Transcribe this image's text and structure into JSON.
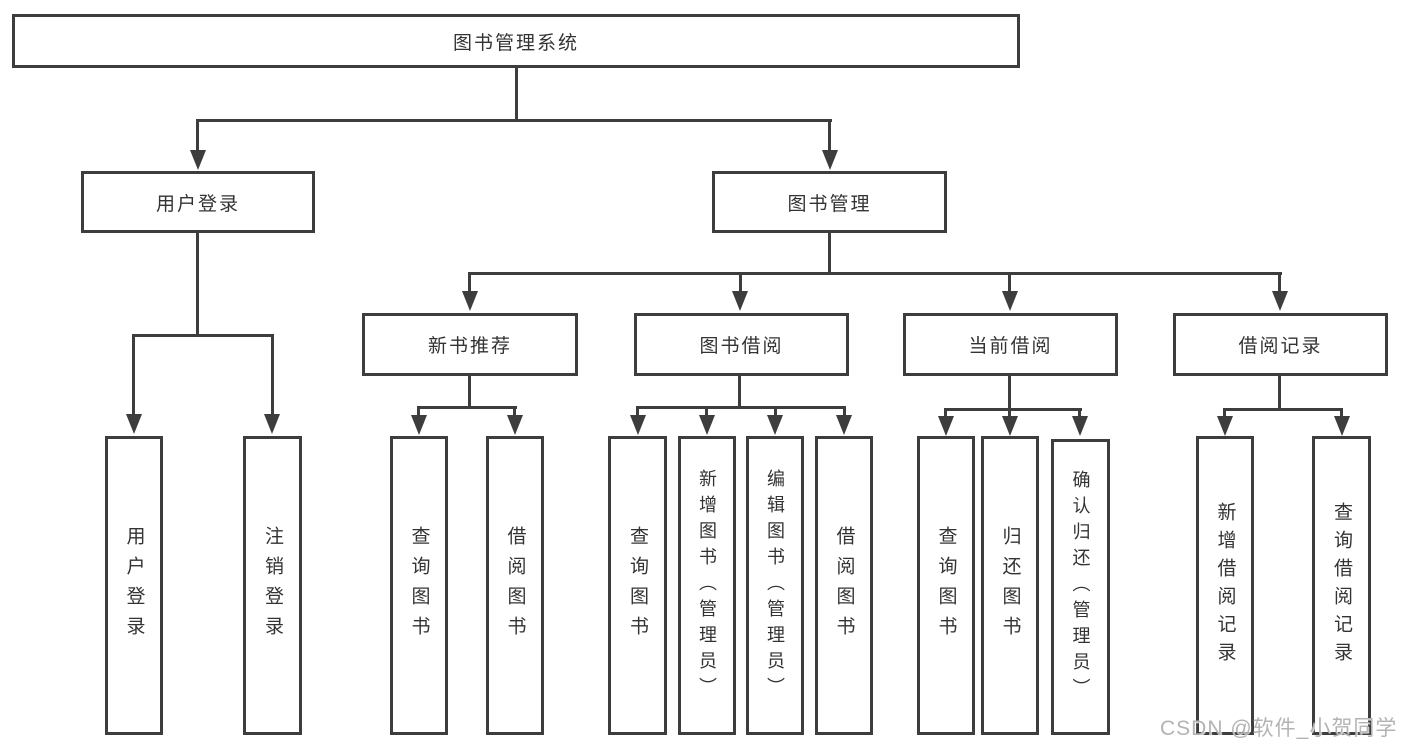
{
  "diagram": {
    "colors": {
      "line": "#3d3d3d",
      "text": "#333333",
      "background": "#ffffff",
      "watermark": "#b3b3b3"
    },
    "tree": {
      "root": {
        "label": "图书管理系统"
      },
      "branches": [
        {
          "label": "用户登录",
          "children": [
            {
              "label": "用户登录"
            },
            {
              "label": "注销登录"
            }
          ]
        },
        {
          "label": "图书管理",
          "children": [
            {
              "label": "新书推荐",
              "children": [
                {
                  "label": "查询图书"
                },
                {
                  "label": "借阅图书"
                }
              ]
            },
            {
              "label": "图书借阅",
              "children": [
                {
                  "label": "查询图书"
                },
                {
                  "label": "新增图书（管理员）"
                },
                {
                  "label": "编辑图书（管理员）"
                },
                {
                  "label": "借阅图书"
                }
              ]
            },
            {
              "label": "当前借阅",
              "children": [
                {
                  "label": "查询图书"
                },
                {
                  "label": "归还图书"
                },
                {
                  "label": "确认归还（管理员）"
                }
              ]
            },
            {
              "label": "借阅记录",
              "children": [
                {
                  "label": "新增借阅记录"
                },
                {
                  "label": "查询借阅记录"
                }
              ]
            }
          ]
        }
      ]
    },
    "watermark": {
      "text": "CSDN @软件_小贺同学"
    }
  }
}
